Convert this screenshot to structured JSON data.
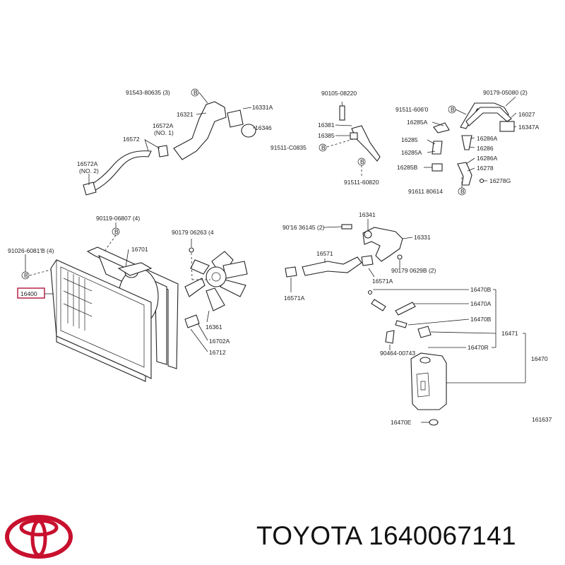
{
  "brand": "TOYOTA",
  "part_number": "1640067141",
  "diagram_code": "161637",
  "highlight_color": "#b0143a",
  "logo_color": "#c8102e",
  "labels": {
    "l_91543": "91543-80635 (3)",
    "l_16321": "16321",
    "l_16331A": "16331A",
    "l_16346": "16346",
    "l_16572A": "16572A",
    "l_no1": "(NO. 1)",
    "l_16572": "16572",
    "l_16572A2": "16572A",
    "l_no2": "(NO. 2)",
    "l_90105": "90105-08220",
    "l_16381": "16381",
    "l_16385": "16385",
    "l_91511a": "91511-C0835",
    "l_91511b": "91511-60820",
    "l_90179a": "90179-05080 (2)",
    "l_91511c": "91511-606'0",
    "l_16027": "16027",
    "l_16285A": "16285A",
    "l_16347A": "16347A",
    "l_16286A": "16286A",
    "l_16285": "16285",
    "l_16286": "16286",
    "l_16285A2": "16285A",
    "l_16286A2": "16286A",
    "l_16285B": "16285B",
    "l_16278": "16278",
    "l_91611": "91611 80614",
    "l_16278G": "16278G",
    "l_90119": "90119-06807 (4)",
    "l_90179b": "90179 06263 (4",
    "l_91026": "91026-6081'B (4)",
    "l_16701": "16701",
    "l_16400": "16400",
    "l_16361": "16361",
    "l_16702A": "16702A",
    "l_16712": "16712",
    "l_16341": "16341",
    "l_90116": "90'16 36145 (2)",
    "l_16331": "16331",
    "l_16571": "16571",
    "l_90179c": "90179 0629B (2)",
    "l_16571A": "16571A",
    "l_16571A2": "16571A",
    "l_16470B": "16470B",
    "l_16470A": "16470A",
    "l_16470D": "16470B",
    "l_16471": "16471",
    "l_90464": "90464-00743",
    "l_16470R": "16470R",
    "l_16470": "16470",
    "l_16470E": "16470E",
    "b_mark": "B"
  }
}
